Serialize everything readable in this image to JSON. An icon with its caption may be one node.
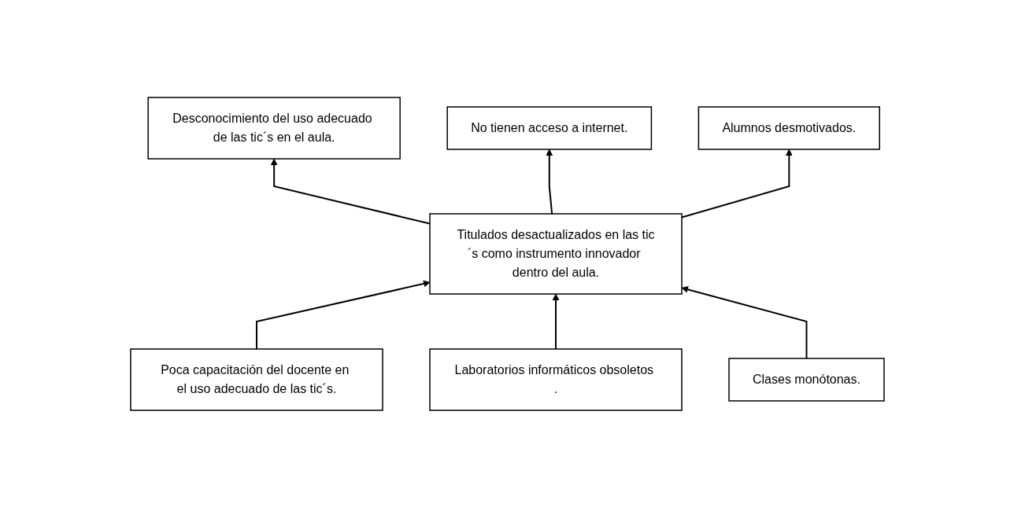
{
  "diagram": {
    "nodes": [
      {
        "text": [
          "Desconocimiento del uso adecuado de las tic´s en el aula."
        ]
      },
      {
        "text": [
          "No tienen acceso a internet."
        ]
      },
      {
        "text": [
          "Alumnos desmotivados."
        ]
      },
      {
        "text": [
          "Titulados desactualizados en las tic´s como instrumento innovador dentro del aula."
        ]
      },
      {
        "text": [
          "Poca capacitación del docente en el uso adecuado de las tic´s."
        ]
      },
      {
        "text": [
          "Laboratorios informáticos obsoletos ."
        ]
      },
      {
        "text": [
          "Clases monótonas."
        ]
      }
    ],
    "edges": [
      {
        "from": 3,
        "to": 0,
        "arrow": "to"
      },
      {
        "from": 3,
        "to": 1,
        "arrow": "to"
      },
      {
        "from": 3,
        "to": 2,
        "arrow": "to"
      },
      {
        "from": 4,
        "to": 3,
        "arrow": "to"
      },
      {
        "from": 5,
        "to": 3,
        "arrow": "to"
      },
      {
        "from": 6,
        "to": 3,
        "arrow": "to"
      }
    ]
  }
}
